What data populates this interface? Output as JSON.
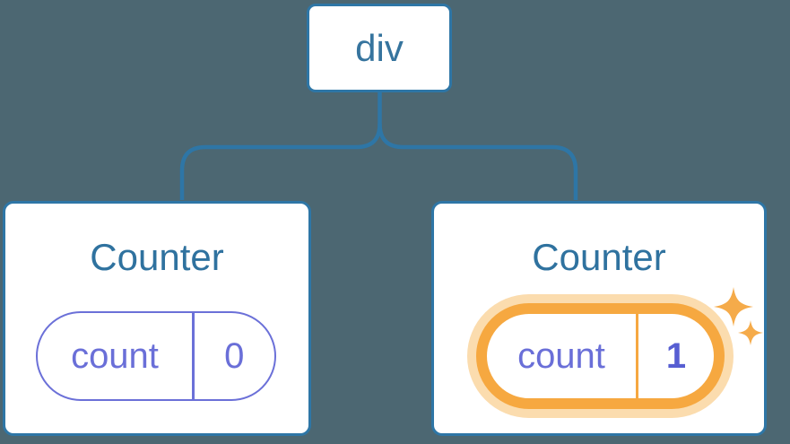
{
  "diagram": {
    "root": {
      "label": "div"
    },
    "children": [
      {
        "title": "Counter",
        "state_pill": {
          "key": "count",
          "value": "0"
        },
        "highlighted": false
      },
      {
        "title": "Counter",
        "state_pill": {
          "key": "count",
          "value": "1"
        },
        "highlighted": true
      }
    ],
    "colors": {
      "background": "#4c6772",
      "node_border_blue": "#2e76a6",
      "node_text_blue": "#36749e",
      "title_blue": "#2f729f",
      "pill_purple": "#6b70d8",
      "pill_text_purple": "#6a6fd8",
      "value_bold_purple": "#575ed2",
      "highlight_orange": "#f6a840",
      "highlight_glow": "#fbdcae",
      "sparkle_orange": "#f5ab4a",
      "card_background": "#ffffff"
    }
  }
}
